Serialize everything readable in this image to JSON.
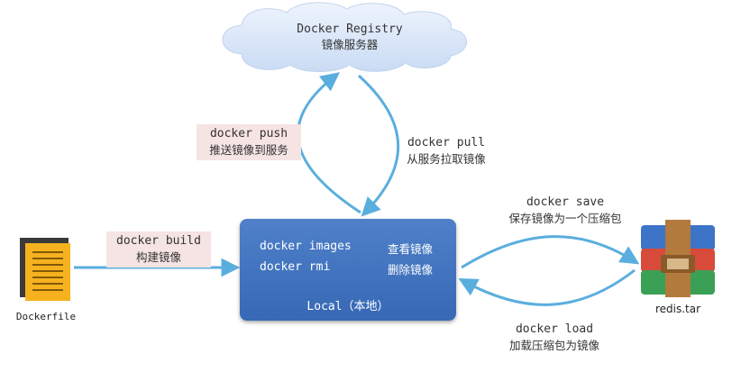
{
  "registry": {
    "title": "Docker Registry",
    "subtitle": "镜像服务器"
  },
  "push": {
    "cmd": "docker push",
    "desc": "推送镜像到服务"
  },
  "pull": {
    "cmd": "docker pull",
    "desc": "从服务拉取镜像"
  },
  "build": {
    "cmd": "docker build",
    "desc": "构建镜像"
  },
  "local": {
    "cmd1": "docker images",
    "desc1": "查看镜像",
    "cmd2": "docker rmi",
    "desc2": "删除镜像",
    "label": "Local（本地）"
  },
  "save": {
    "cmd": "docker save",
    "desc": "保存镜像为一个压缩包"
  },
  "load": {
    "cmd": "docker load",
    "desc": "加载压缩包为镜像"
  },
  "dockerfile": {
    "label": "Dockerfile"
  },
  "archive": {
    "label": "redis.tar"
  },
  "colors": {
    "arrow": "#5aaede",
    "box": "#3f71bd",
    "cloud": "#d9e6f8",
    "pink": "#f6e3e3"
  }
}
